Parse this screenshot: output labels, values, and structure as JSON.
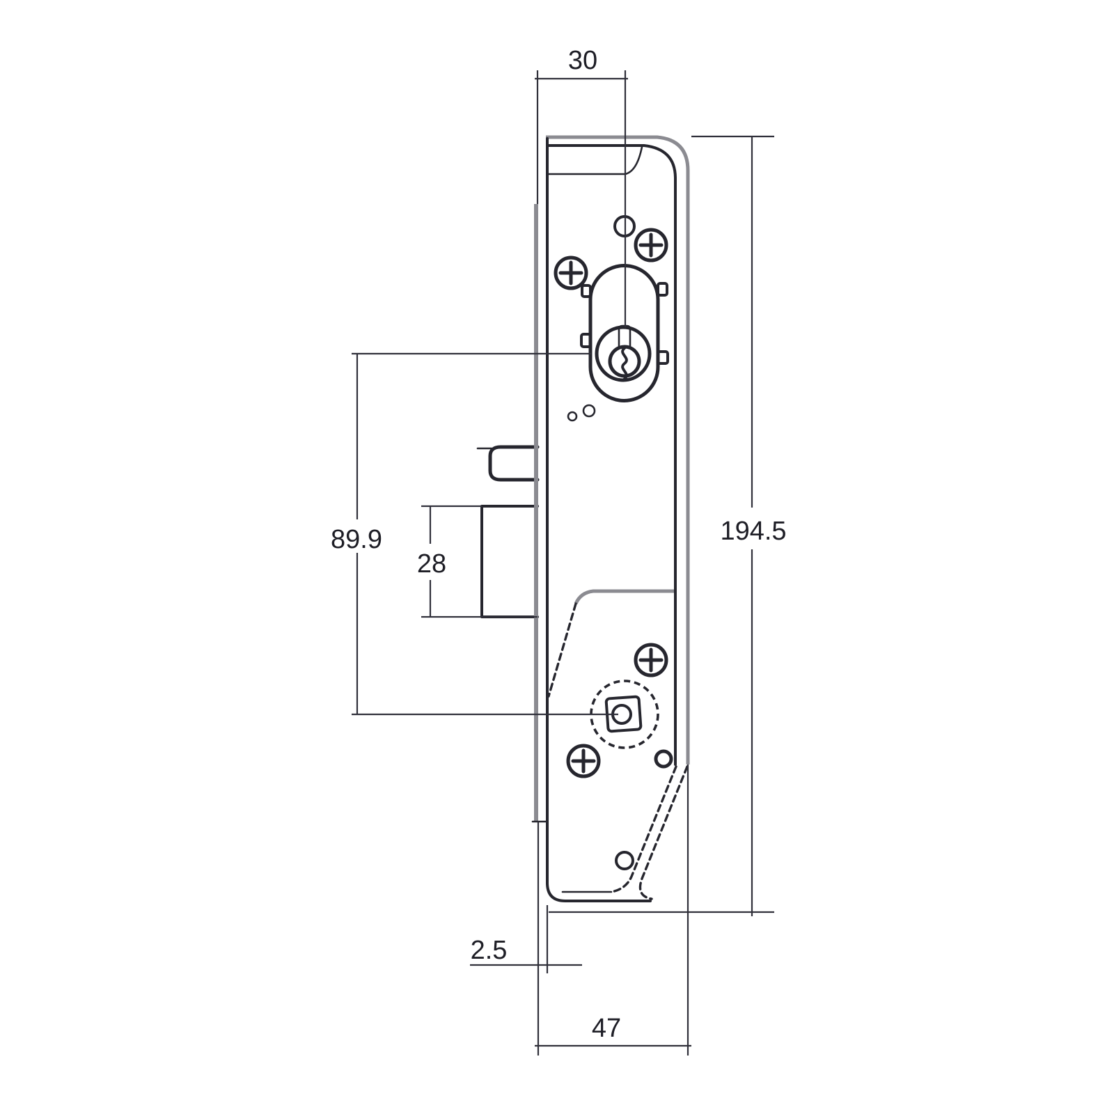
{
  "page": {
    "background": "#ffffff"
  },
  "drawing": {
    "kind": "technical dimension drawing",
    "subject": "mortise lock case, side elevation",
    "dimension_labels": {
      "backset": "30",
      "case_height": "194.5",
      "centers": "89.9",
      "deadbolt_height": "28",
      "faceplate_thickness": "2.5",
      "case_depth": "47"
    },
    "colors": {
      "outline_dark": "#26262e",
      "outline_gray": "#8b8b91",
      "dimension_line": "#30303a",
      "label_text": "#1e1e26",
      "background": "#ffffff"
    }
  }
}
